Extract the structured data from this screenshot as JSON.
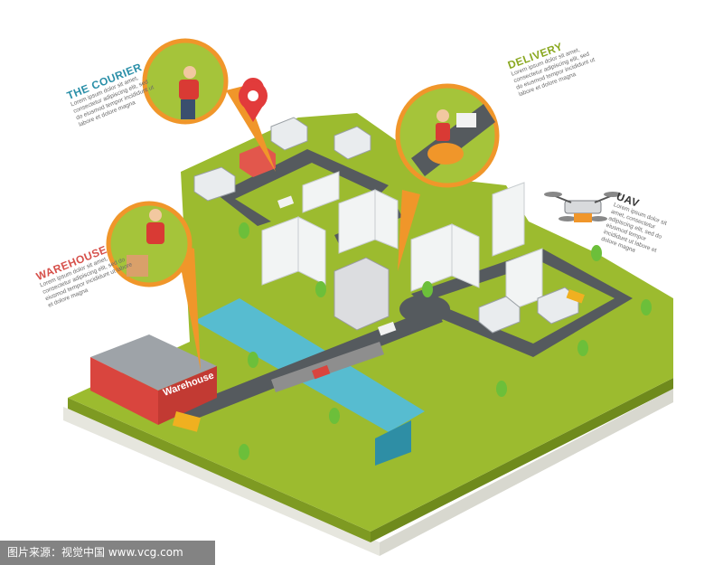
{
  "labels": {
    "courier": {
      "title": "THE COURIER",
      "body": "Lorem ipsum dolor sit amet, consectetur adipiscing elit, sed do eiusmod tempor incididunt ut labore et dolore magna"
    },
    "warehouse": {
      "title": "WAREHOUSE",
      "body": "Lorem ipsum dolor sit amet, consectetur adipiscing elit, sed do eiusmod tempor incididunt ut labore et dolore magna"
    },
    "delivery": {
      "title": "DELIVERY",
      "body": "Lorem ipsum dolor sit amet, consectetur adipiscing elit, sed do eiusmod tempor incididunt ut labore et dolore magna"
    },
    "uav": {
      "title": "UAV",
      "body": "Lorem ipsum dolor sit amet, consectetur adipiscing elit, sed do eiusmod tempor incididunt ut labore et dolore magna"
    }
  },
  "building_sign": "Warehouse",
  "watermark": "图片来源：视觉中国 www.vcg.com",
  "colors": {
    "grass": "#9cbb2f",
    "grass_side": "#7e9a22",
    "base_side": "#e9e9e2",
    "road": "#555a5e",
    "water": "#57bcd0",
    "callout_ring": "#f0962a",
    "callout_fill": "#a5c43a",
    "warehouse_red": "#d9453e",
    "pin": "#e23b3b"
  },
  "icons": [
    "location-pin-icon",
    "drone-icon"
  ]
}
